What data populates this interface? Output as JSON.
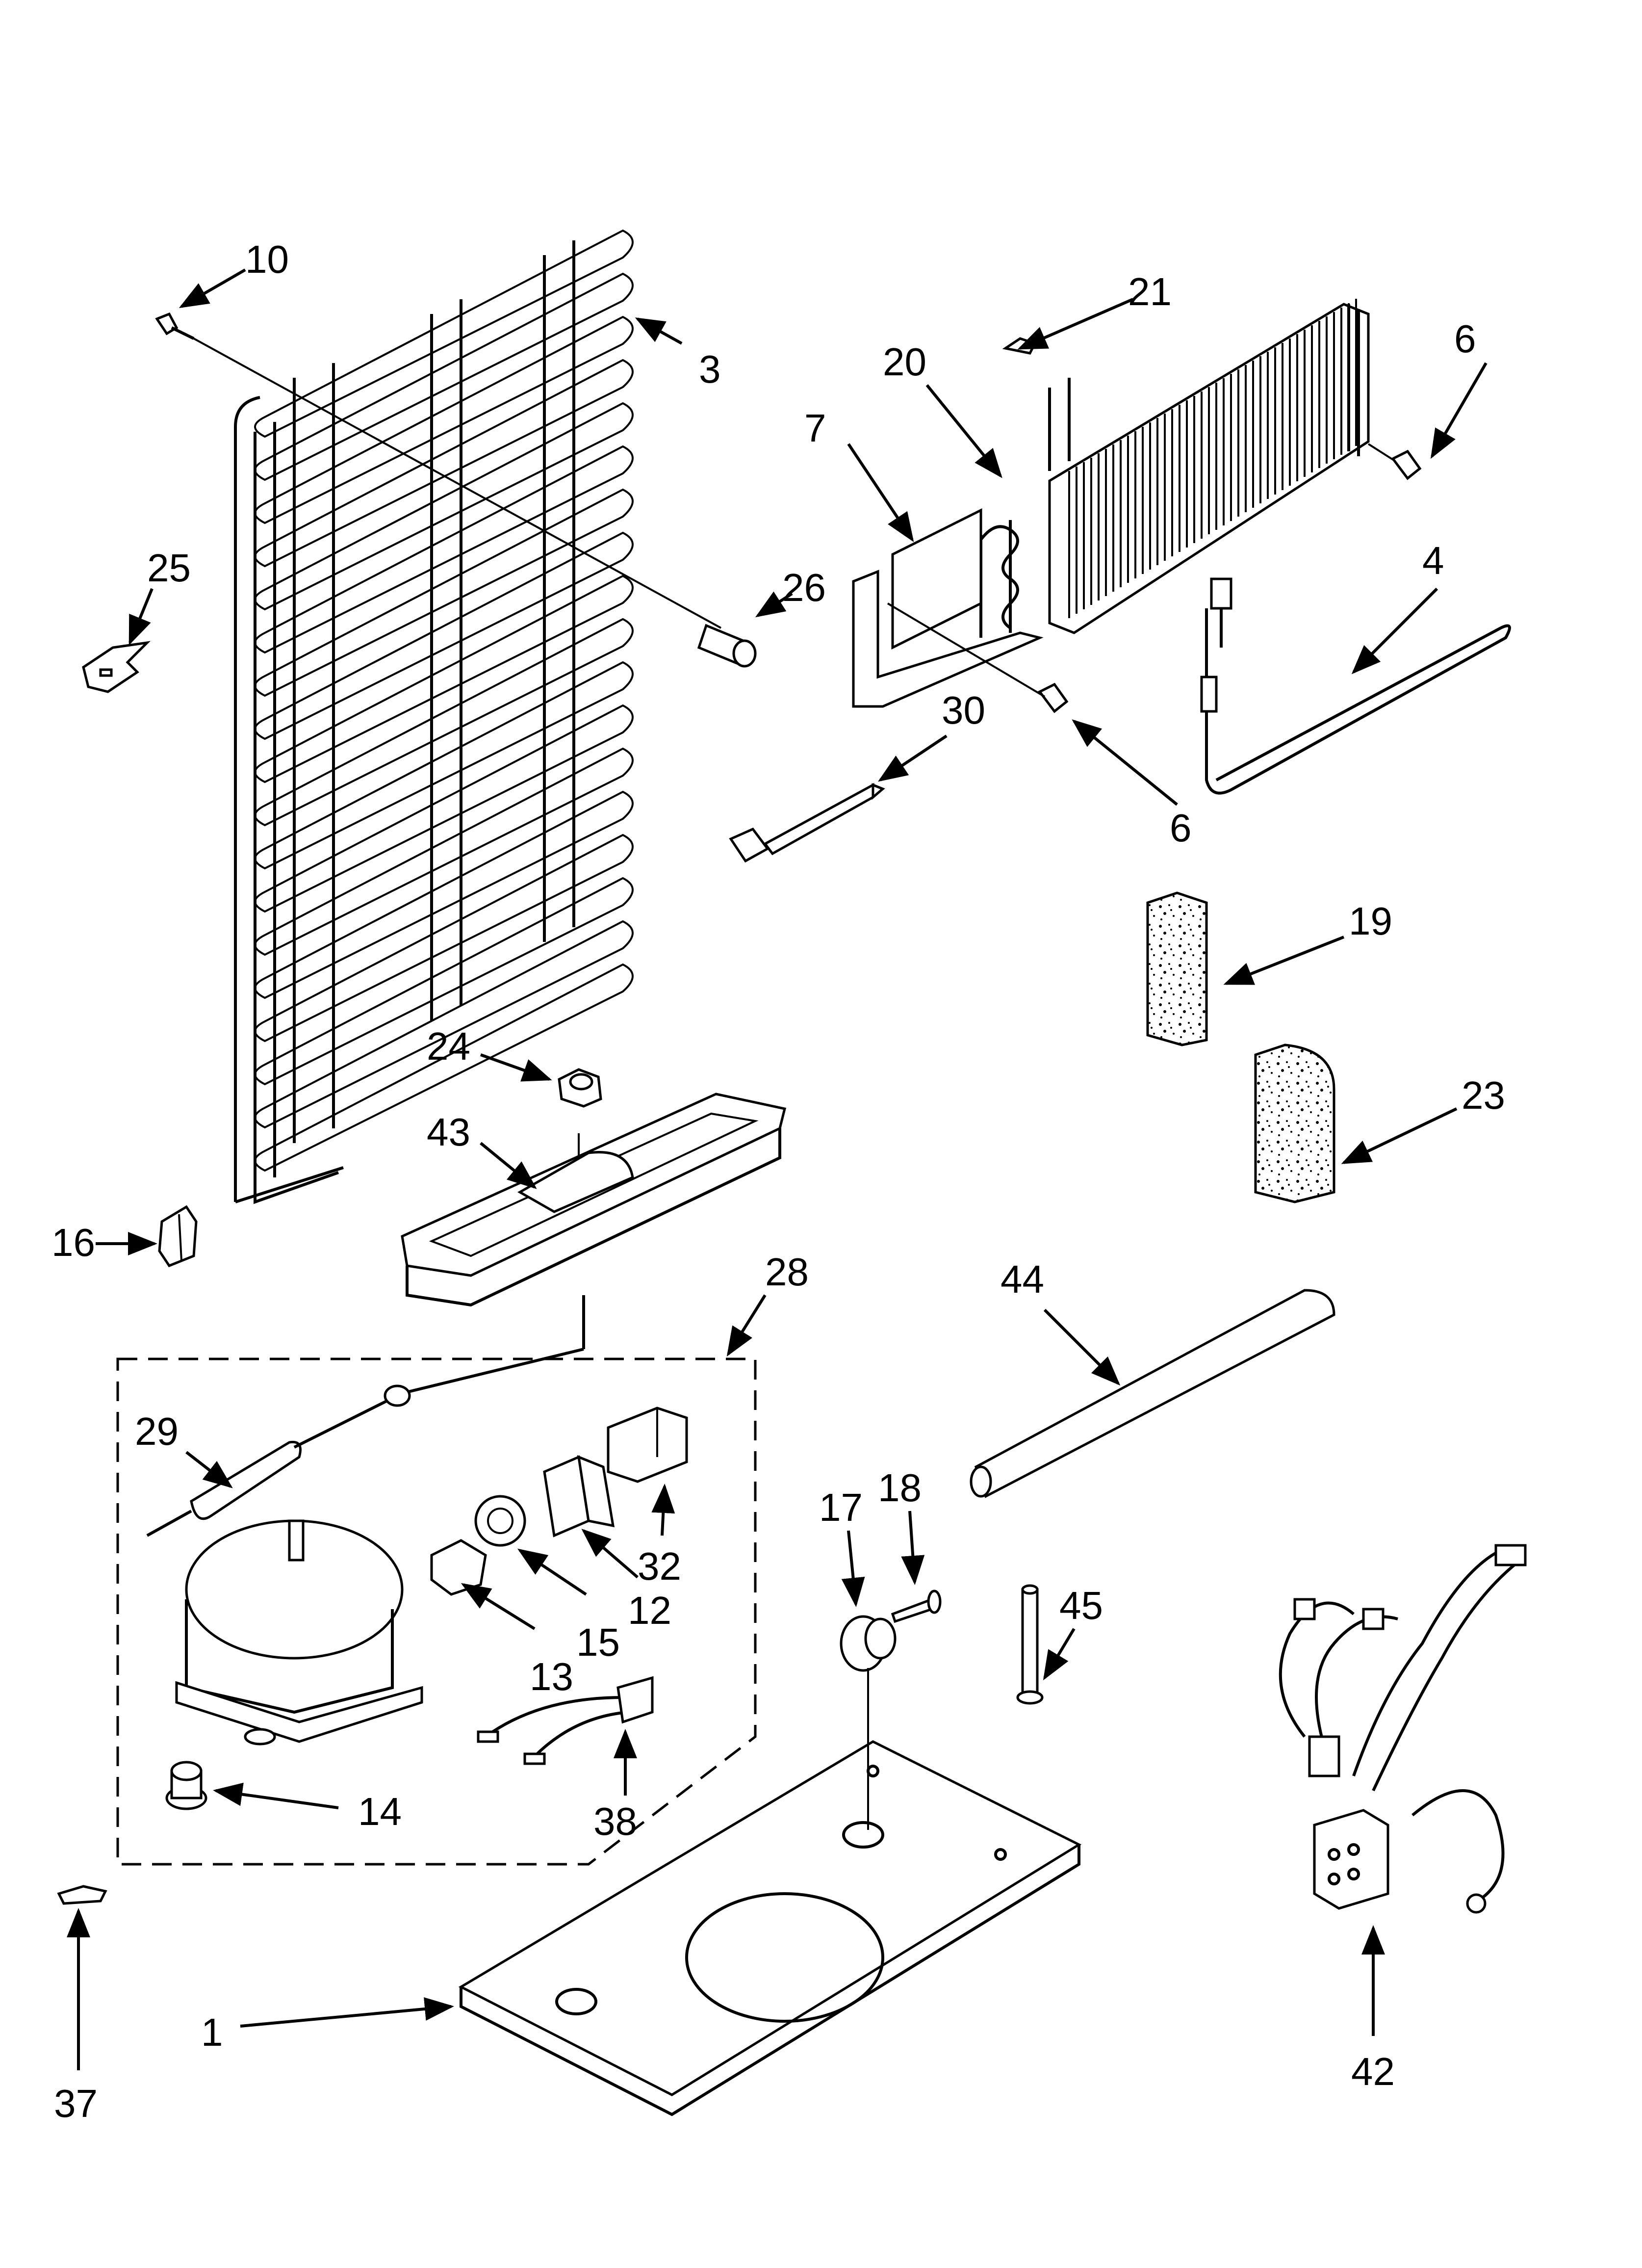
{
  "callouts": {
    "c1": "1",
    "c3": "3",
    "c4": "4",
    "c6a": "6",
    "c6b": "6",
    "c7": "7",
    "c10": "10",
    "c12": "12",
    "c13": "13",
    "c14": "14",
    "c15": "15",
    "c16": "16",
    "c17": "17",
    "c18": "18",
    "c19": "19",
    "c20": "20",
    "c21": "21",
    "c23": "23",
    "c24": "24",
    "c25": "25",
    "c26": "26",
    "c28": "28",
    "c29": "29",
    "c30": "30",
    "c32": "32",
    "c37": "37",
    "c38": "38",
    "c42": "42",
    "c43": "43",
    "c44": "44",
    "c45": "45"
  }
}
